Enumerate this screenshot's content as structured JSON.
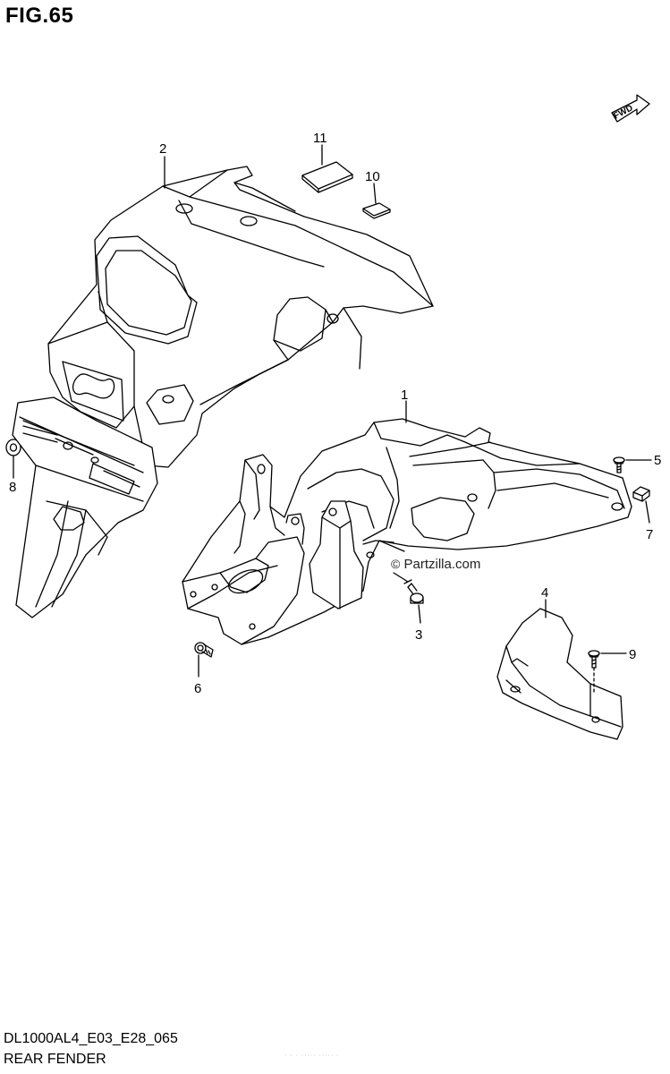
{
  "figure": {
    "title": "FIG.65"
  },
  "fwd_badge": {
    "label": "FWD",
    "icon": "forward-arrow-icon"
  },
  "callouts": [
    {
      "number": "1",
      "part": "rear-fender-inner"
    },
    {
      "number": "2",
      "part": "rear-fender-upper-cover"
    },
    {
      "number": "3",
      "part": "bolt"
    },
    {
      "number": "4",
      "part": "rear-fender-side-cover"
    },
    {
      "number": "5",
      "part": "screw"
    },
    {
      "number": "6",
      "part": "bolt"
    },
    {
      "number": "7",
      "part": "nut"
    },
    {
      "number": "8",
      "part": "washer"
    },
    {
      "number": "9",
      "part": "screw"
    },
    {
      "number": "10",
      "part": "pad"
    },
    {
      "number": "11",
      "part": "pad"
    }
  ],
  "watermark": {
    "symbol": "©",
    "text": "Partzilla.com"
  },
  "footer": {
    "code": "DL1000AL4_E03_E28_065",
    "caption": "REAR FENDER",
    "faint": "· ·  ·  ·····  ····· ·"
  }
}
